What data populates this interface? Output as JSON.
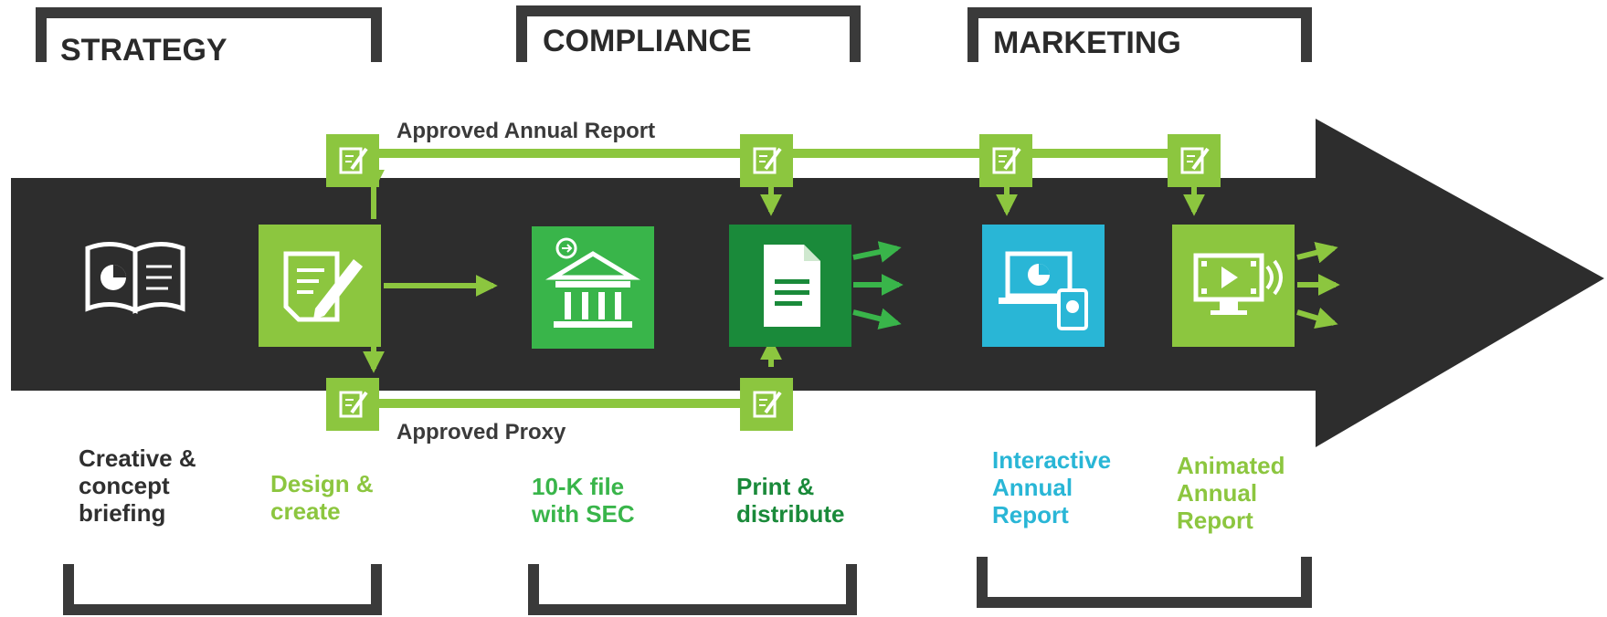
{
  "phases": {
    "strategy": "STRATEGY",
    "compliance": "COMPLIANCE",
    "marketing": "MARKETING"
  },
  "lines": {
    "top": "Approved Annual Report",
    "bottom": "Approved Proxy"
  },
  "steps": [
    {
      "label": "Creative &\nconcept\nbriefing",
      "color": "#2f2f2f",
      "icon": "open-book-pie-icon"
    },
    {
      "label": "Design &\ncreate",
      "color": "#8cc63f",
      "icon": "edit-document-icon"
    },
    {
      "label": "10-K file\nwith SEC",
      "color": "#39b54a",
      "icon": "bank-building-icon"
    },
    {
      "label": "Print &\ndistribute",
      "color": "#1a8a3a",
      "icon": "document-icon"
    },
    {
      "label": "Interactive\nAnnual\nReport",
      "color": "#29b6d6",
      "icon": "devices-icon"
    },
    {
      "label": "Animated\nAnnual\nReport",
      "color": "#8cc63f",
      "icon": "video-screen-icon"
    }
  ],
  "colors": {
    "arrow": "#2d2d2d",
    "lime": "#8cc63f",
    "green": "#39b54a",
    "dark_green": "#1a8a3a",
    "cyan": "#29b6d6",
    "bracket": "#3a3a3a"
  }
}
